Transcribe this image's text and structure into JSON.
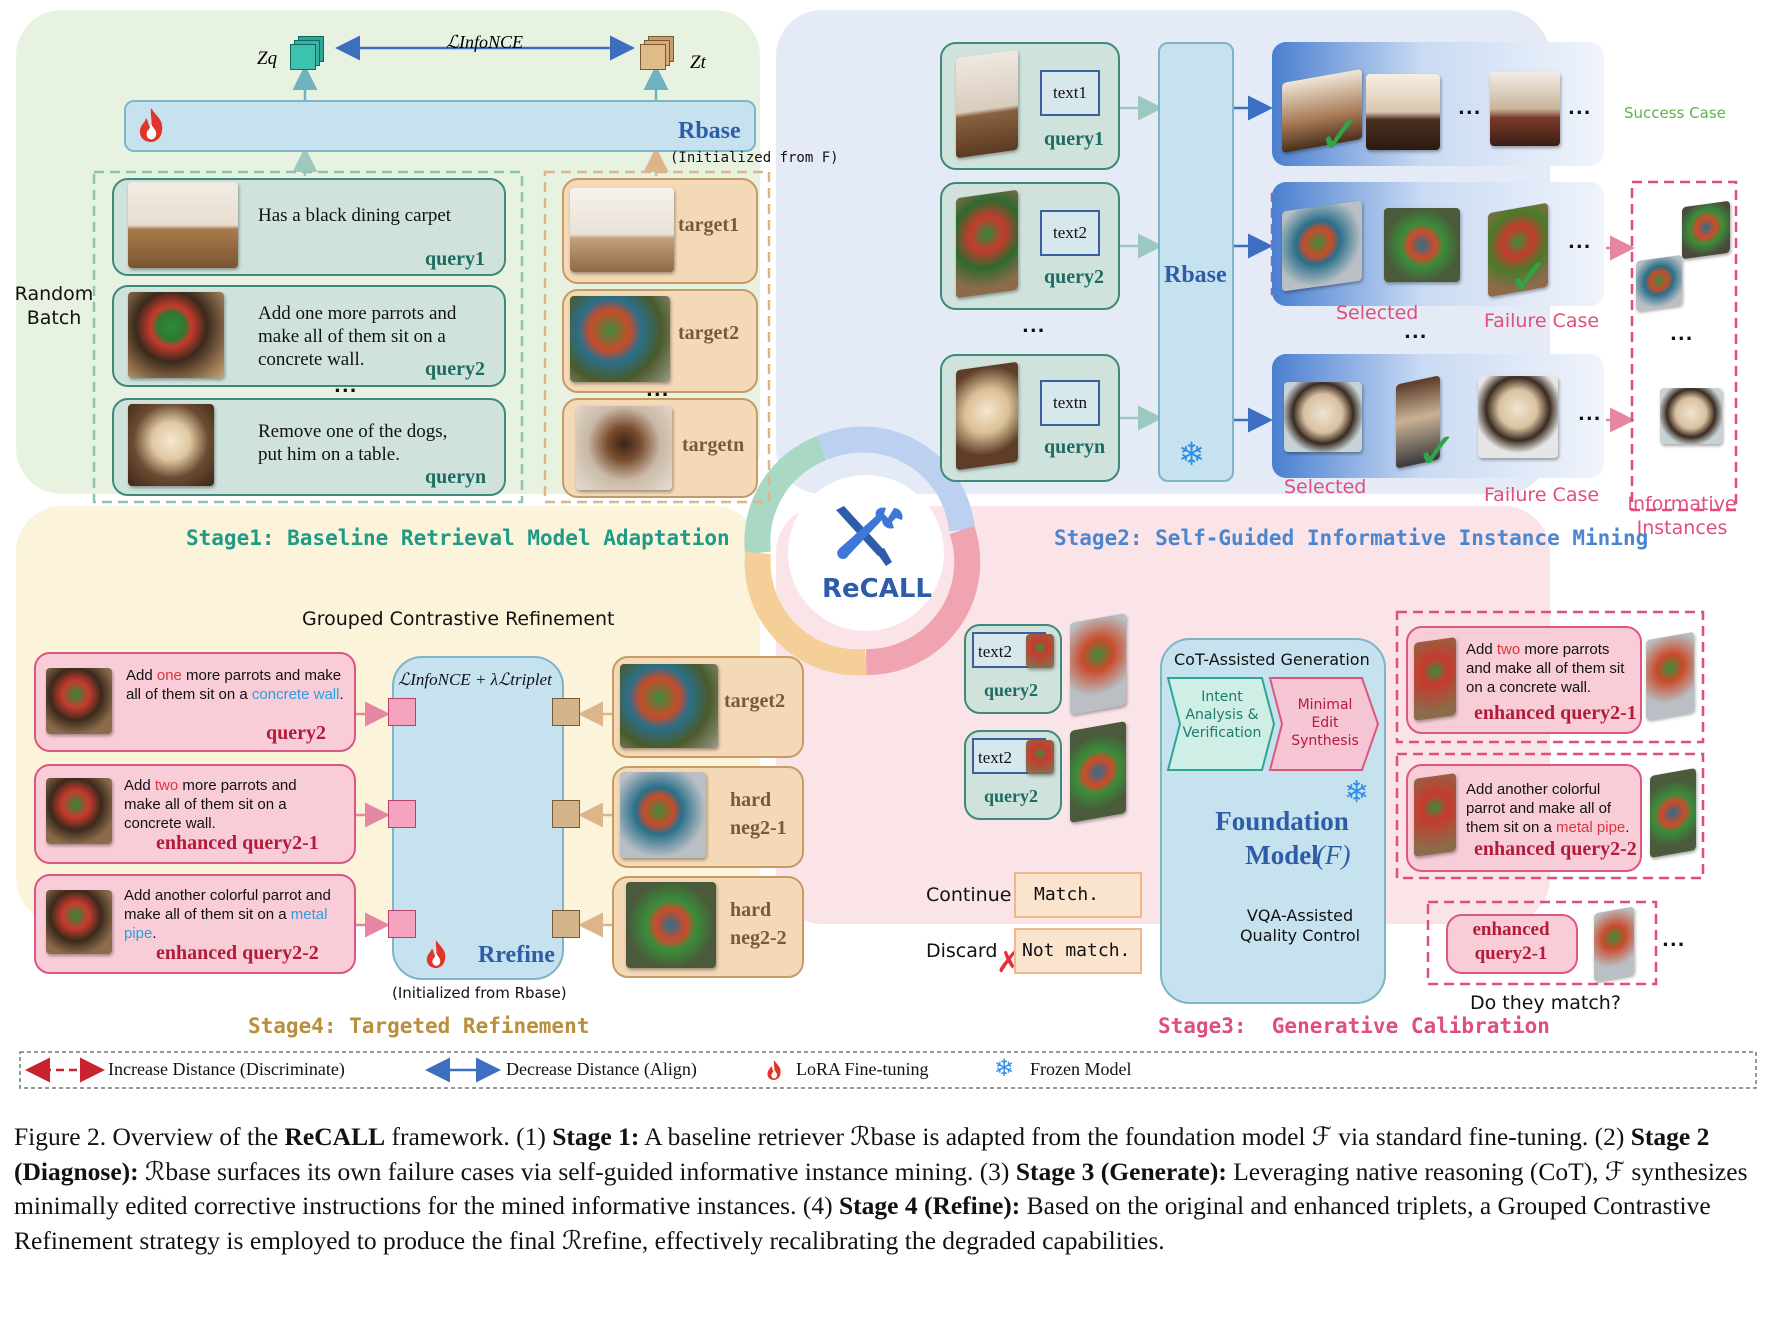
{
  "stage1": {
    "zq": "Zq",
    "zt": "Zt",
    "loss": "ℒInfoNCE",
    "model": "Rbase",
    "init_note": "(Initialized from F)",
    "random_batch": "Random Batch",
    "queries": [
      {
        "text": "Has a black dining carpet",
        "label": "query1"
      },
      {
        "text": "Add one more parrots and make all of them sit on a concrete wall.",
        "label": "query2"
      },
      {
        "text": "Remove one of the dogs, put him on a table.",
        "label": "queryn"
      }
    ],
    "targets": [
      "target1",
      "target2",
      "targetn"
    ],
    "dots": "...",
    "title": "Stage1: Baseline Retrieval Model Adaptation"
  },
  "stage2": {
    "queries": [
      {
        "text": "text1",
        "label": "query1"
      },
      {
        "text": "text2",
        "label": "query2"
      },
      {
        "text": "textn",
        "label": "queryn"
      }
    ],
    "model": "Rbase",
    "success_case": "Success Case",
    "selected_1": "Selected",
    "selected_2": "Selected",
    "failure_1": "Failure Case",
    "failure_2": "Failure Case",
    "informative": "Informative Instances",
    "dots": "...",
    "title": "Stage2: Self-Guided Informative Instance Mining"
  },
  "center": {
    "name": "ReCALL"
  },
  "stage4": {
    "header": "Grouped Contrastive Refinement",
    "loss": "ℒInfoNCE + λℒtriplet",
    "queries": [
      {
        "pre": "Add ",
        "hl": "one",
        "post": " more parrots and make all of them sit on a ",
        "hl2": "concrete wall",
        "post2": ".",
        "label": "query2",
        "hl_color": "#e0323c",
        "hl2_color": "#2a9ee0"
      },
      {
        "pre": "Add ",
        "hl": "two",
        "post": " more parrots and make all of them sit on a concrete wall.",
        "hl2": "",
        "post2": "",
        "label": "enhanced query2-1",
        "hl_color": "#e0323c",
        "hl2_color": "#2a9ee0"
      },
      {
        "pre": "Add another colorful parrot and make all of them sit on a ",
        "hl": "",
        "post": "",
        "hl2": "metal pipe",
        "post2": ".",
        "label": "enhanced query2-2",
        "hl_color": "#e0323c",
        "hl2_color": "#2a9ee0"
      }
    ],
    "targets": [
      "target2",
      "hard neg2-1",
      "hard neg2-2"
    ],
    "model": "Rrefine",
    "init_note": "(Initialized from Rbase)",
    "title": "Stage4: Targeted Refinement"
  },
  "stage3": {
    "inputs": [
      {
        "text": "text2",
        "label": "query2"
      },
      {
        "text": "text2",
        "label": "query2"
      }
    ],
    "cot_header": "CoT-Assisted Generation",
    "intent": "Intent Analysis & Verification",
    "minimal": "Minimal Edit Synthesis",
    "foundation": "Foundation Model",
    "foundation_f": "(F)",
    "vqa": "VQA-Assisted Quality Control",
    "continue": "Continue",
    "discard": "Discard",
    "match": "Match.",
    "not_match": "Not match.",
    "enhanced": [
      {
        "pre": "Add ",
        "hl": "two",
        "post": " more parrots and make all of them sit on a concrete wall.",
        "label": "enhanced query2-1"
      },
      {
        "pre": "Add another colorful parrot and make all of them sit on a ",
        "hl": "metal pipe",
        "post": ".",
        "label": "enhanced query2-2"
      }
    ],
    "check_label": "enhanced query2-1",
    "question": "Do they match?",
    "dots": "...",
    "title": "Stage3:  Generative Calibration"
  },
  "legend": {
    "increase": "Increase Distance (Discriminate)",
    "decrease": "Decrease Distance (Align)",
    "lora": "LoRA Fine-tuning",
    "frozen": "Frozen Model"
  },
  "caption": {
    "fig": "Figure 2.  Overview of the ",
    "name": "ReCALL",
    "p1": " framework.  (1) ",
    "s1": "Stage 1:",
    "p2": " A baseline retriever ℛbase is adapted from the foundation model ℱ via standard fine-tuning.  (2) ",
    "s2": "Stage 2 (Diagnose):",
    "p3": " ℛbase surfaces its own failure cases via self-guided informative instance mining.  (3) ",
    "s3": "Stage 3 (Generate):",
    "p4": " Leveraging native reasoning (CoT), ℱ synthesizes minimally edited corrective instructions for the mined informative instances.  (4) ",
    "s4": "Stage 4 (Refine):",
    "p5": " Based on the original and enhanced triplets, a Grouped Contrastive Refinement strategy is employed to produce the final ℛrefine, effectively recalibrating the degraded capabilities."
  },
  "colors": {
    "stage1_bg": "#e8f2e0",
    "stage2_bg": "#e4eaf6",
    "stage3_bg": "#fbe4e8",
    "stage4_bg": "#fbf3da",
    "teal": "#1e9b86",
    "blue": "#3c6fc0",
    "red": "#d23b3b",
    "pink": "#e04f7c"
  }
}
